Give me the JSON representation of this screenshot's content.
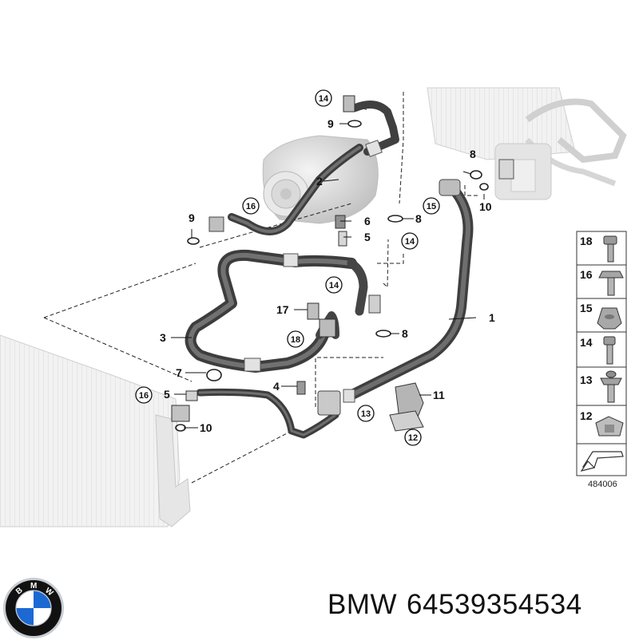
{
  "diagram": {
    "callouts": [
      {
        "id": "c1",
        "label": "1"
      },
      {
        "id": "c2",
        "label": "2"
      },
      {
        "id": "c3",
        "label": "3"
      },
      {
        "id": "c4",
        "label": "4"
      },
      {
        "id": "c5a",
        "label": "5"
      },
      {
        "id": "c5b",
        "label": "5"
      },
      {
        "id": "c6",
        "label": "6"
      },
      {
        "id": "c7",
        "label": "7"
      },
      {
        "id": "c8a",
        "label": "8"
      },
      {
        "id": "c8b",
        "label": "8"
      },
      {
        "id": "c8c",
        "label": "8"
      },
      {
        "id": "c9a",
        "label": "9"
      },
      {
        "id": "c9b",
        "label": "9"
      },
      {
        "id": "c10a",
        "label": "10"
      },
      {
        "id": "c10b",
        "label": "10"
      },
      {
        "id": "c11",
        "label": "11"
      },
      {
        "id": "c17",
        "label": "17"
      }
    ],
    "circled": [
      {
        "id": "k14a",
        "label": "14"
      },
      {
        "id": "k16a",
        "label": "16"
      },
      {
        "id": "k15",
        "label": "15"
      },
      {
        "id": "k14b",
        "label": "14"
      },
      {
        "id": "k14c",
        "label": "14"
      },
      {
        "id": "k18",
        "label": "18"
      },
      {
        "id": "k16b",
        "label": "16"
      },
      {
        "id": "k13",
        "label": "13"
      },
      {
        "id": "k12",
        "label": "12"
      }
    ],
    "legend": [
      {
        "label": "18",
        "icon": "torx-bolt-icon"
      },
      {
        "label": "16",
        "icon": "hex-bolt-icon"
      },
      {
        "label": "15",
        "icon": "hex-nut-icon"
      },
      {
        "label": "14",
        "icon": "bolt-icon"
      },
      {
        "label": "13",
        "icon": "flange-bolt-icon"
      },
      {
        "label": "12",
        "icon": "clip-nut-icon"
      }
    ],
    "reference": "484006"
  },
  "branding": {
    "brand": "BMW",
    "part_number": "64539354534",
    "logo_letters": "BMW",
    "logo_colors": {
      "blue": "#1c69d4",
      "black": "#111111",
      "white": "#ffffff",
      "silver": "#c7ccd1"
    }
  }
}
